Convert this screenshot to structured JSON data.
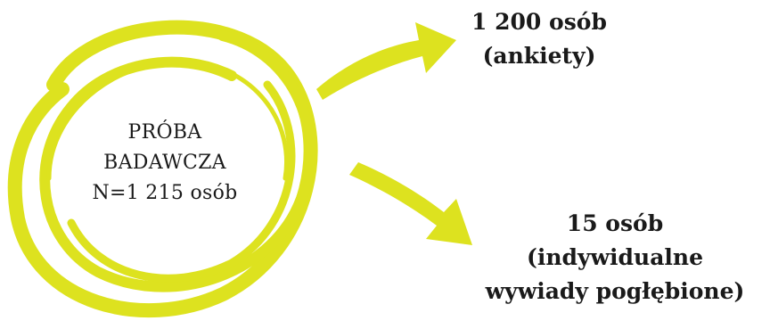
{
  "center": {
    "line1": "PRÓBA",
    "line2": "BADAWCZA",
    "line3": "N=1 215 osób"
  },
  "top_output": {
    "line1": "1 200 osób",
    "line2": "(ankiety)"
  },
  "bottom_output": {
    "line1": "15 osób",
    "line2": "(indywidualne",
    "line3": "wywiady pogłębione)"
  },
  "colors": {
    "accent": "#dde21f",
    "text": "#1a1a1a"
  }
}
